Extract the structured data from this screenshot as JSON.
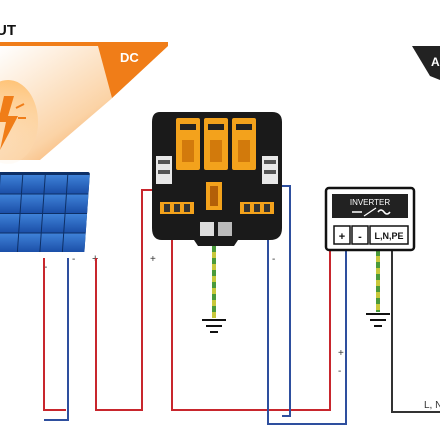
{
  "header": {
    "title_partial": "UT",
    "dc_label": "DC",
    "ac_label_partial": "A"
  },
  "panel": {
    "minus_label": "-",
    "minus_label_2": "-",
    "plus_label": "+"
  },
  "device": {
    "input_plus": "+",
    "input_minus": "-"
  },
  "inverter": {
    "title": "INVERTER",
    "terminal_plus": "+",
    "terminal_minus": "-",
    "terminal_lnpe": "L,N,PE"
  },
  "wires": {
    "inverter_plus": "+",
    "inverter_minus": "-",
    "output_label_partial": "L, N"
  },
  "colors": {
    "dc_orange": "#f07d18",
    "wire_red": "#c8262d",
    "wire_blue": "#2e4f9e",
    "ground_yellow": "#c8c83a",
    "ground_green": "#4a9a3a",
    "panel_blue": "#1f5fb8",
    "device_black": "#1a1a1a",
    "relay_orange": "#f3a21c"
  }
}
